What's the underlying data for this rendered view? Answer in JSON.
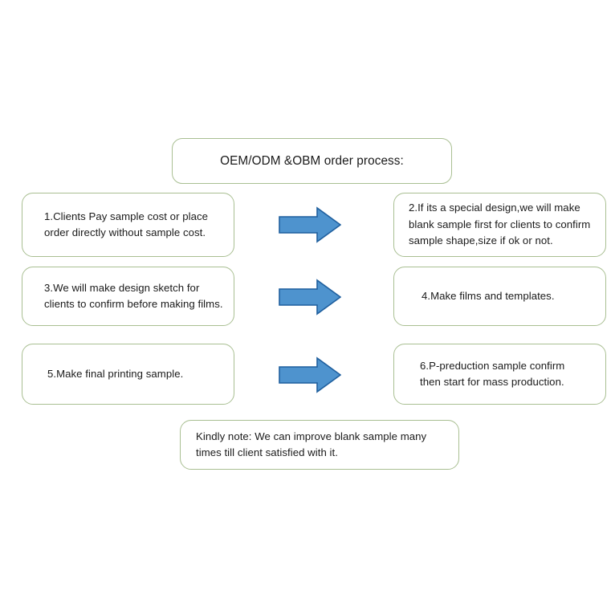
{
  "page": {
    "background_color": "#ffffff",
    "box_border_color": "#a9bf92",
    "arrow_fill_color": "#4e93ce",
    "arrow_stroke_color": "#1f5f9e",
    "text_color": "#1a1a1a"
  },
  "title": {
    "text": "OEM/ODM &OBM order process:"
  },
  "steps": [
    {
      "id": 1,
      "column": "left",
      "row": 1,
      "text": "1.Clients Pay sample cost or place\norder directly without sample cost."
    },
    {
      "id": 2,
      "column": "right",
      "row": 1,
      "text": "2.If its a special design,we will make\nblank sample first for clients to confirm\nsample shape,size if ok or not."
    },
    {
      "id": 3,
      "column": "left",
      "row": 2,
      "text": "3.We will make design sketch for\nclients to confirm before making films."
    },
    {
      "id": 4,
      "column": "right",
      "row": 2,
      "text": "4.Make films and templates."
    },
    {
      "id": 5,
      "column": "left",
      "row": 3,
      "text": "5.Make final printing sample."
    },
    {
      "id": 6,
      "column": "right",
      "row": 3,
      "text": "6.P-preduction sample confirm\nthen start for mass production."
    }
  ],
  "arrows": [
    {
      "id": 1,
      "icon": "arrow-right-icon",
      "from_step": 1,
      "to_step": 2
    },
    {
      "id": 2,
      "icon": "arrow-right-icon",
      "from_step": 3,
      "to_step": 4
    },
    {
      "id": 3,
      "icon": "arrow-right-icon",
      "from_step": 5,
      "to_step": 6
    }
  ],
  "note": {
    "text": "Kindly note: We can improve blank sample many\ntimes till client satisfied with it."
  }
}
